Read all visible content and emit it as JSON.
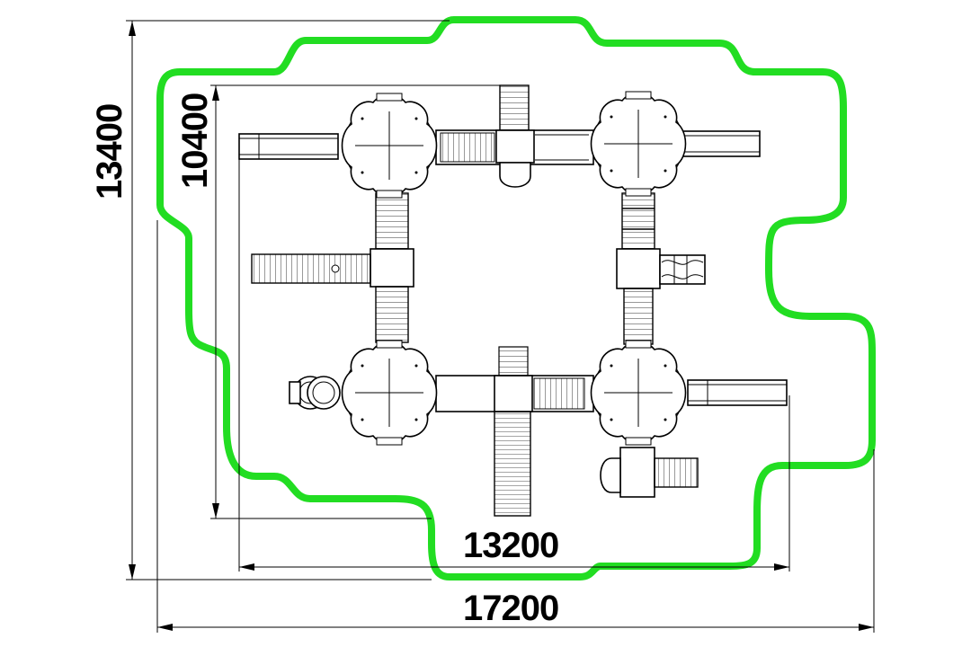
{
  "dimensions": {
    "overall_width": "17200",
    "overall_height": "13400",
    "equipment_width": "13200",
    "equipment_height": "10400"
  },
  "colors": {
    "safety_zone": "#22dd22",
    "lines": "#000000",
    "background": "#ffffff"
  }
}
